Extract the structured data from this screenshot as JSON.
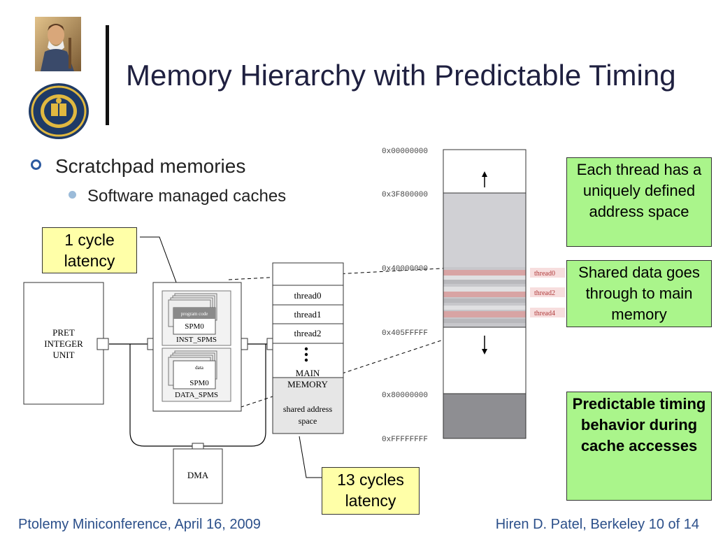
{
  "slide": {
    "title": "Memory Hierarchy with Predictable Timing",
    "bullet_1": "Scratchpad memories",
    "bullet_2": "Software managed caches"
  },
  "callouts": {
    "one_cycle": "1 cycle latency",
    "thirteen_cycles": "13 cycles latency",
    "each_thread": "Each thread has a uniquely defined address space",
    "shared_data": "Shared data goes through to main memory",
    "predictable": "Predictable timing behavior during cache accesses"
  },
  "block_diagram": {
    "pret_unit": [
      "PRET",
      "INTEGER",
      "UNIT"
    ],
    "program_code": "program code",
    "spm0": "SPM0",
    "inst_spms": "INST_SPMS",
    "data": "data",
    "data_spms": "DATA_SPMS",
    "threads": [
      "thread0",
      "thread1",
      "thread2"
    ],
    "main_memory": [
      "MAIN",
      "MEMORY"
    ],
    "shared_space": [
      "shared address",
      "space"
    ],
    "dma": "DMA"
  },
  "memory_map": {
    "addresses": [
      "0x00000000",
      "0x3F800000",
      "0x40000000",
      "0x405FFFFF",
      "0x80000000",
      "0xFFFFFFFF"
    ],
    "thread_labels": [
      "thread0",
      "thread2",
      "thread4"
    ],
    "colors": {
      "thread_band": "#d8a4a4",
      "label_bg": "#f7dede",
      "label_text": "#b03a3a",
      "shared_region": "#c7c7cb",
      "top_region": "#d0d0d4",
      "io_region": "#8e8e92"
    }
  },
  "footer": {
    "left": "Ptolemy Miniconference, April 16, 2009",
    "right": "Hiren D. Patel, Berkeley 10 of 14"
  }
}
